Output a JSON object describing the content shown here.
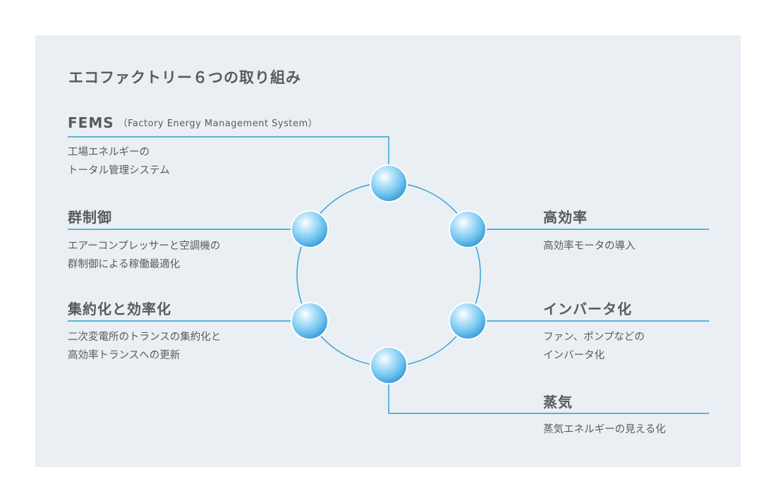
{
  "title": "エコファクトリー６つの取り組み",
  "colors": {
    "panel": "#eaeff4",
    "line": "#2a9fd0",
    "node": "#6ec3ef",
    "text": "#5a5a5a"
  },
  "items": {
    "fems": {
      "heading": "FEMS",
      "subheading": "（Factory Energy Management System）",
      "desc_lines": [
        "工場エネルギーの",
        "トータル管理システム"
      ]
    },
    "group_control": {
      "heading": "群制御",
      "desc_lines": [
        "エアーコンプレッサーと空調機の",
        "群制御による稼働最適化"
      ]
    },
    "consolidation": {
      "heading": "集約化と効率化",
      "desc_lines": [
        "二次変電所のトランスの集約化と",
        "高効率トランスへの更新"
      ]
    },
    "high_efficiency": {
      "heading": "高効率",
      "desc_lines": [
        "高効率モータの導入"
      ]
    },
    "inverter": {
      "heading": "インバータ化",
      "desc_lines": [
        "ファン、ポンプなどの",
        "インバータ化"
      ]
    },
    "steam": {
      "heading": "蒸気",
      "desc_lines": [
        "蒸気エネルギーの見える化"
      ]
    }
  }
}
